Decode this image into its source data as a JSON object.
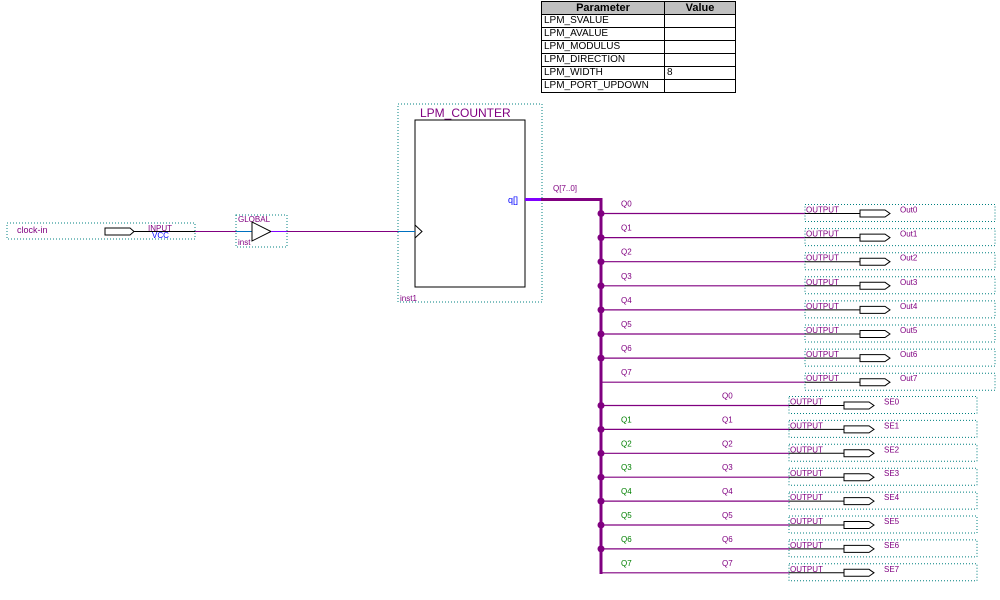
{
  "parameter_table": {
    "headers": [
      "Parameter",
      "Value"
    ],
    "rows": [
      {
        "name": "LPM_SVALUE",
        "value": ""
      },
      {
        "name": "LPM_AVALUE",
        "value": ""
      },
      {
        "name": "LPM_MODULUS",
        "value": ""
      },
      {
        "name": "LPM_DIRECTION",
        "value": ""
      },
      {
        "name": "LPM_WIDTH",
        "value": "8"
      },
      {
        "name": "LPM_PORT_UPDOWN",
        "value": ""
      }
    ]
  },
  "input_pin": {
    "name": "clock-in",
    "type_label": "INPUT",
    "default_label": "VCC"
  },
  "global_buffer": {
    "type_label": "GLOBAL",
    "instance": "inst"
  },
  "counter": {
    "title": "LPM_COUNTER",
    "instance": "inst1",
    "output_port": "q[]",
    "bus_label": "Q[7..0]"
  },
  "output_group_1": [
    {
      "net": "Q0",
      "type_label": "OUTPUT",
      "pin": "Out0"
    },
    {
      "net": "Q1",
      "type_label": "OUTPUT",
      "pin": "Out1"
    },
    {
      "net": "Q2",
      "type_label": "OUTPUT",
      "pin": "Out2"
    },
    {
      "net": "Q3",
      "type_label": "OUTPUT",
      "pin": "Out3"
    },
    {
      "net": "Q4",
      "type_label": "OUTPUT",
      "pin": "Out4"
    },
    {
      "net": "Q5",
      "type_label": "OUTPUT",
      "pin": "Out5"
    },
    {
      "net": "Q6",
      "type_label": "OUTPUT",
      "pin": "Out6"
    },
    {
      "net": "Q7",
      "type_label": "OUTPUT",
      "pin": "Out7"
    }
  ],
  "output_group_2": [
    {
      "left_net": "",
      "net": "Q0",
      "type_label": "OUTPUT",
      "pin": "SE0"
    },
    {
      "left_net": "Q1",
      "net": "Q1",
      "type_label": "OUTPUT",
      "pin": "SE1"
    },
    {
      "left_net": "Q2",
      "net": "Q2",
      "type_label": "OUTPUT",
      "pin": "SE2"
    },
    {
      "left_net": "Q3",
      "net": "Q3",
      "type_label": "OUTPUT",
      "pin": "SE3"
    },
    {
      "left_net": "Q4",
      "net": "Q4",
      "type_label": "OUTPUT",
      "pin": "SE4"
    },
    {
      "left_net": "Q5",
      "net": "Q5",
      "type_label": "OUTPUT",
      "pin": "SE5"
    },
    {
      "left_net": "Q6",
      "net": "Q6",
      "type_label": "OUTPUT",
      "pin": "SE6"
    },
    {
      "left_net": "Q7",
      "net": "Q7",
      "type_label": "OUTPUT",
      "pin": "SE7"
    }
  ],
  "colors": {
    "wire": "#800080",
    "label": "#800080",
    "green_label": "#008000",
    "port_blue": "#0000ff",
    "dotted_box": "#008080",
    "input_line": "#0070c0"
  }
}
